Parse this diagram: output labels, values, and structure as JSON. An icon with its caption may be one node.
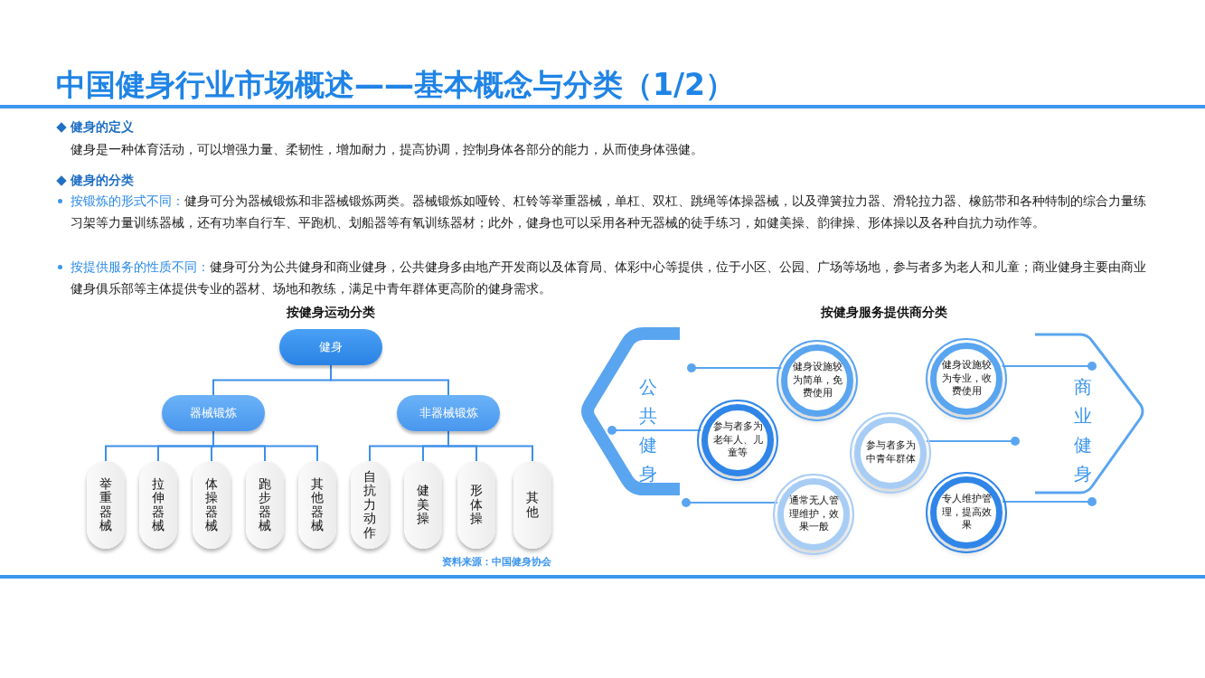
{
  "diagram": {
    "title": "中国健身行业市场概述——基本概念与分类（1/2）",
    "nodes": [
      {
        "text": [
          "健身"
        ]
      },
      {
        "text": [
          "器械锻炼"
        ]
      },
      {
        "text": [
          "非器械锻炼"
        ]
      },
      {
        "text": [
          "举重器械"
        ]
      },
      {
        "text": [
          "拉伸器械"
        ]
      },
      {
        "text": [
          "体操器械"
        ]
      },
      {
        "text": [
          "跑步器械"
        ]
      },
      {
        "text": [
          "其他器械"
        ]
      },
      {
        "text": [
          "自抗力动作"
        ]
      },
      {
        "text": [
          "健美操"
        ]
      },
      {
        "text": [
          "形体操"
        ]
      },
      {
        "text": [
          "其他"
        ]
      },
      {
        "text": [
          "公共健身"
        ]
      },
      {
        "text": [
          "商业健身"
        ]
      },
      {
        "text": [
          "健身设施较为简单，免费使用"
        ]
      },
      {
        "text": [
          "参与者多为老年人、儿童等"
        ]
      },
      {
        "text": [
          "通常无人管理维护，效果一般"
        ]
      },
      {
        "text": [
          "健身设施较为专业，收费使用"
        ]
      },
      {
        "text": [
          "参与者多为中青年群体"
        ]
      },
      {
        "text": [
          "专人维护管理，提高效果"
        ]
      }
    ],
    "edges": [
      {
        "from": 0,
        "to": 1,
        "arrow": "none"
      },
      {
        "from": 0,
        "to": 2,
        "arrow": "none"
      },
      {
        "from": 1,
        "to": 3,
        "arrow": "none"
      },
      {
        "from": 1,
        "to": 4,
        "arrow": "none"
      },
      {
        "from": 1,
        "to": 5,
        "arrow": "none"
      },
      {
        "from": 1,
        "to": 6,
        "arrow": "none"
      },
      {
        "from": 1,
        "to": 7,
        "arrow": "none"
      },
      {
        "from": 2,
        "to": 8,
        "arrow": "none"
      },
      {
        "from": 2,
        "to": 9,
        "arrow": "none"
      },
      {
        "from": 2,
        "to": 10,
        "arrow": "none"
      },
      {
        "from": 2,
        "to": 11,
        "arrow": "none"
      },
      {
        "from": 14,
        "to": 12,
        "arrow": "other"
      },
      {
        "from": 15,
        "to": 12,
        "arrow": "other"
      },
      {
        "from": 16,
        "to": 12,
        "arrow": "other"
      },
      {
        "from": 17,
        "to": 13,
        "arrow": "other"
      },
      {
        "from": 18,
        "to": 13,
        "arrow": "other"
      },
      {
        "from": 19,
        "to": 13,
        "arrow": "other"
      }
    ],
    "labels": [
      "健身的定义",
      "健身是一种体育活动，可以增强力量、柔韧性，增加耐力，提高协调，控制身体各部分的能力，从而使身体强健。",
      "健身的分类",
      "按锻炼的形式不同：",
      "健身可分为器械锻炼和非器械锻炼两类。器械锻炼如哑铃、杠铃等举重器械，单杠、双杠、跳绳等体操器械，以及弹簧拉力器、滑轮拉力器、橡筋带和各种特制的综合力量练习架等力量训练器械，还有功率自行车、平跑机、划船器等有氧训练器材；此外，健身也可以采用各种无器械的徒手练习，如健美操、韵律操、形体操以及各种自抗力动作等。",
      "按提供服务的性质不同：",
      "健身可分为公共健身和商业健身，公共健身多由地产开发商以及体育局、体彩中心等提供，位于小区、公园、广场等场地，参与者多为老人和儿童；商业健身主要由商业健身俱乐部等主体提供专业的器材、场地和教练，满足中青年群体更高阶的健身需求。",
      "按健身运动分类",
      "按健身服务提供商分类",
      "资料来源：中国健身协会"
    ]
  }
}
